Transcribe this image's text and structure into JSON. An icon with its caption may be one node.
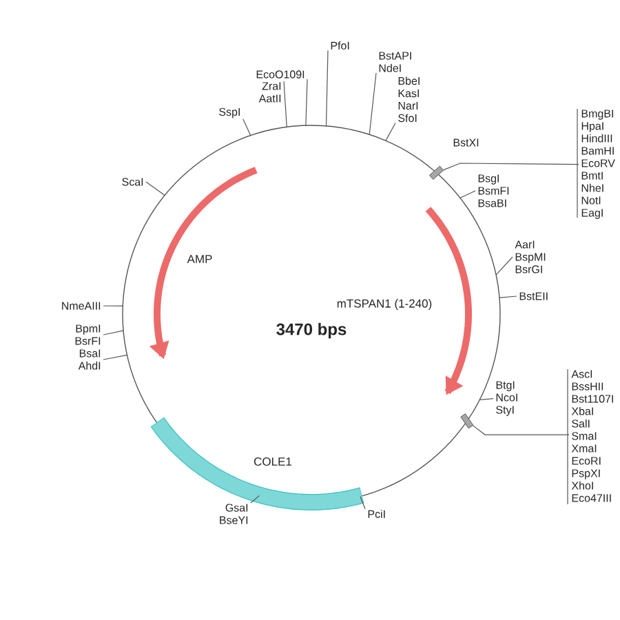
{
  "diagram": {
    "nodes": [
      {
        "text": [
          "SspI"
        ]
      },
      {
        "text": [
          "EcoO109I"
        ]
      },
      {
        "text": [
          "ZraI",
          "AatII"
        ]
      },
      {
        "text": [
          "PfoI"
        ]
      },
      {
        "text": [
          "BstAPI",
          "NdeI"
        ]
      },
      {
        "text": [
          "BbeI",
          "KasI",
          "NarI",
          "SfoI"
        ]
      },
      {
        "text": [
          "BstXI"
        ]
      },
      {
        "text": [
          "BmgBI",
          "HpaI",
          "HindIII",
          "BamHI",
          "EcoRV",
          "BmtI",
          "NheI",
          "NotI",
          "EagI"
        ]
      },
      {
        "text": [
          "BsgI",
          "BsmFI",
          "BsaBI"
        ]
      },
      {
        "text": [
          "AarI",
          "BspMI",
          "BsrGI"
        ]
      },
      {
        "text": [
          "BstEII"
        ]
      },
      {
        "text": [
          "BtgI",
          "NcoI",
          "StyI"
        ]
      },
      {
        "text": [
          "AscI",
          "BssHII",
          "Bst1107I",
          "XbaI",
          "SalI",
          "SmaI",
          "XmaI",
          "EcoRI",
          "PspXI",
          "XhoI",
          "Eco47III"
        ]
      },
      {
        "text": [
          "PciI"
        ]
      },
      {
        "text": [
          "GsaI",
          "BseYI"
        ]
      },
      {
        "text": [
          "NmeAIII"
        ]
      },
      {
        "text": [
          "BpmI",
          "BsrFI"
        ]
      },
      {
        "text": [
          "BsaI",
          "AhdI"
        ]
      },
      {
        "text": [
          "ScaI"
        ]
      },
      {
        "text": [],
        "shape": "box"
      },
      {
        "text": [],
        "shape": "box"
      }
    ],
    "edges": [
      {
        "from": 0,
        "to": null,
        "arrow": "none"
      },
      {
        "from": 1,
        "to": null,
        "arrow": "none"
      },
      {
        "from": 2,
        "to": null,
        "arrow": "none"
      },
      {
        "from": 3,
        "to": null,
        "arrow": "none"
      },
      {
        "from": 4,
        "to": null,
        "arrow": "none"
      },
      {
        "from": 5,
        "to": null,
        "arrow": "none"
      },
      {
        "from": 7,
        "to": 19,
        "arrow": "none"
      },
      {
        "from": 8,
        "to": null,
        "arrow": "none"
      },
      {
        "from": 9,
        "to": null,
        "arrow": "none"
      },
      {
        "from": 10,
        "to": null,
        "arrow": "none"
      },
      {
        "from": 11,
        "to": null,
        "arrow": "none"
      },
      {
        "from": 12,
        "to": 20,
        "arrow": "none"
      },
      {
        "from": 13,
        "to": null,
        "arrow": "none"
      },
      {
        "from": 14,
        "to": null,
        "arrow": "none"
      },
      {
        "from": 15,
        "to": null,
        "arrow": "none"
      },
      {
        "from": 16,
        "to": null,
        "arrow": "none"
      },
      {
        "from": 17,
        "to": null,
        "arrow": "none"
      },
      {
        "from": 18,
        "to": null,
        "arrow": "none"
      }
    ],
    "labels": [
      "AMP",
      "mTSPAN1 (1-240)",
      "3470 bps",
      "COLE1"
    ]
  }
}
